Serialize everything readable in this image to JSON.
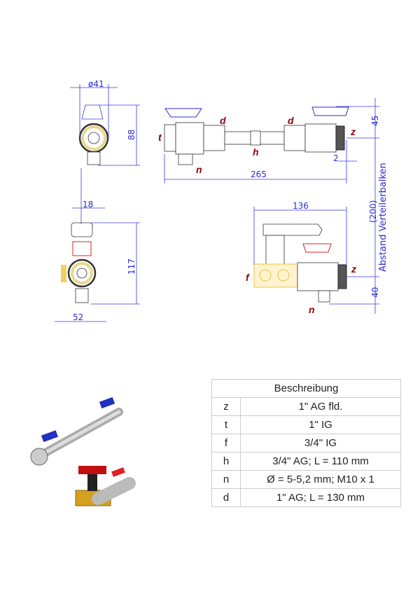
{
  "drawing": {
    "dims": {
      "d41": "ø41",
      "d88": "88",
      "d265": "265",
      "d2": "2",
      "d45": "45",
      "d200": "(200)",
      "d18": "18",
      "d117": "117",
      "d52": "52",
      "d136": "136",
      "d40": "40"
    },
    "vertical_label": "Abstand Verteilerbalken",
    "labels": {
      "t": "t",
      "d": "d",
      "h": "h",
      "n": "n",
      "z": "z",
      "f": "f"
    }
  },
  "table": {
    "header": "Beschreibung",
    "rows": [
      {
        "key": "z",
        "value": "1\" AG fld."
      },
      {
        "key": "t",
        "value": "1\" IG"
      },
      {
        "key": "f",
        "value": "3/4\" IG"
      },
      {
        "key": "h",
        "value": "3/4\" AG; L = 110 mm"
      },
      {
        "key": "n",
        "value": "Ø = 5-5,2 mm; M10 x 1"
      },
      {
        "key": "d",
        "value": "1\" AG; L = 130 mm"
      }
    ]
  }
}
